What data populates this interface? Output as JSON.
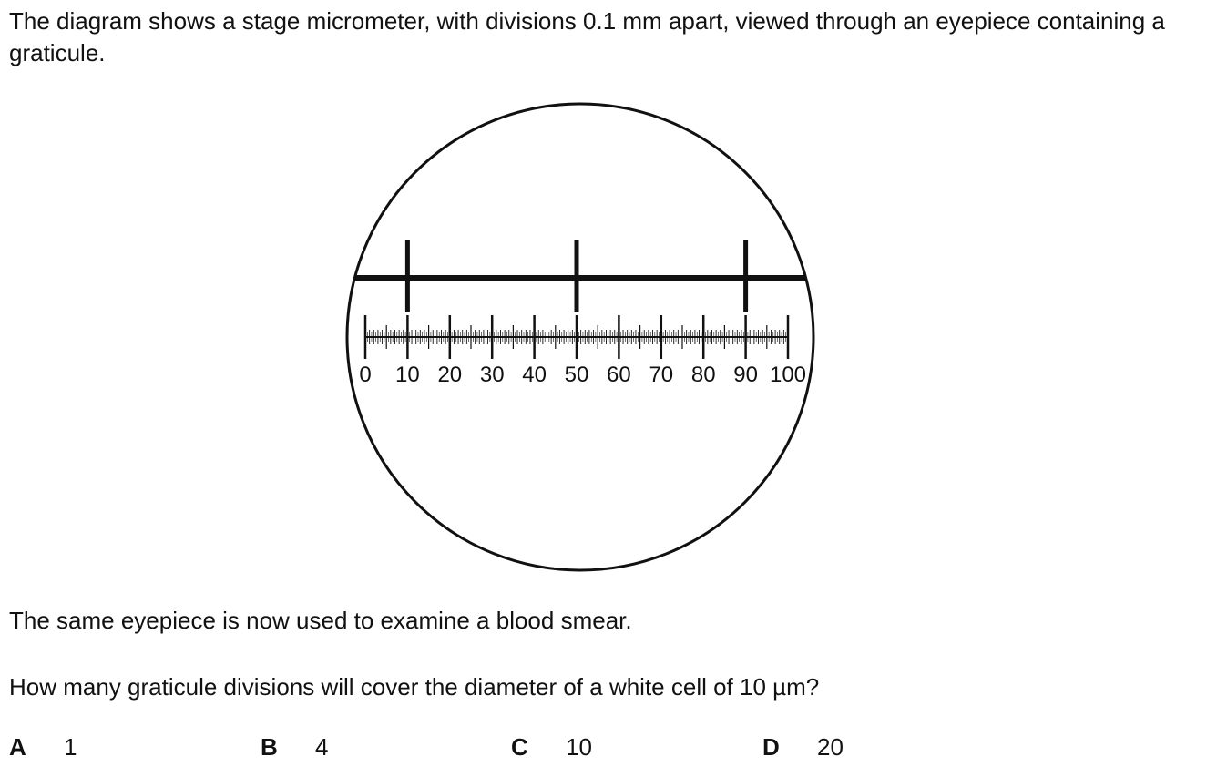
{
  "intro": "The diagram shows a stage micrometer, with divisions 0.1 mm apart, viewed through an eyepiece containing a graticule.",
  "followup": "The same eyepiece is now used to examine a blood smear.",
  "question": "How many graticule divisions will cover the diameter of a white cell of 10 µm?",
  "diagram": {
    "scale_labels": [
      "0",
      "10",
      "20",
      "30",
      "40",
      "50",
      "60",
      "70",
      "80",
      "90",
      "100"
    ],
    "micrometer_major_marks": [
      0,
      10,
      20,
      30,
      40,
      50,
      60,
      70,
      80,
      90,
      100
    ],
    "graticule_mark_positions": [
      10,
      50,
      90
    ],
    "stroke_color": "#111111"
  },
  "options": [
    {
      "letter": "A",
      "value": "1"
    },
    {
      "letter": "B",
      "value": "4"
    },
    {
      "letter": "C",
      "value": "10"
    },
    {
      "letter": "D",
      "value": "20"
    }
  ]
}
